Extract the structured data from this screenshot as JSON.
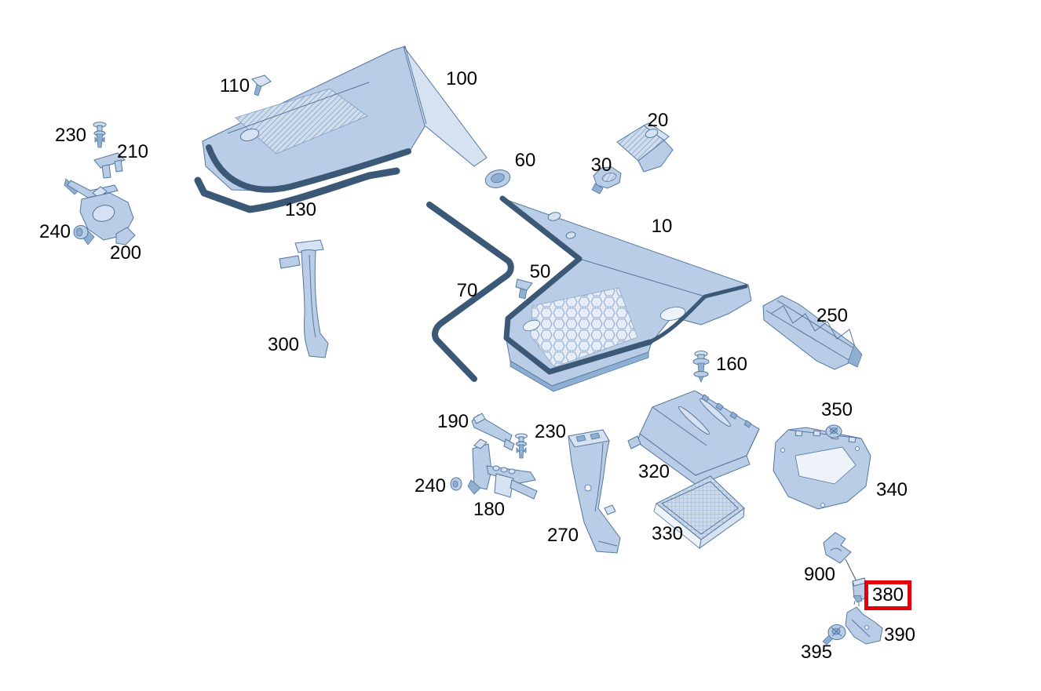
{
  "diagram": {
    "type": "exploded-parts-diagram",
    "description": "Vehicle cowl panel / air filter area exploded view with numbered callouts",
    "background": "#ffffff",
    "highlighted_part": "380",
    "colors": {
      "part_fill": "#b9cde6",
      "part_light": "#d6e2f2",
      "part_dark": "#8fafd2",
      "outline": "#54779f",
      "seal": "#3b5876",
      "highlight": "#e3000b",
      "label": "#000000"
    },
    "labels": [
      {
        "part": "110",
        "text": "110"
      },
      {
        "part": "100",
        "text": "100"
      },
      {
        "part": "230",
        "text": "230"
      },
      {
        "part": "210",
        "text": "210"
      },
      {
        "part": "240",
        "text": "240"
      },
      {
        "part": "200",
        "text": "200"
      },
      {
        "part": "130",
        "text": "130"
      },
      {
        "part": "60",
        "text": "60"
      },
      {
        "part": "20",
        "text": "20"
      },
      {
        "part": "30",
        "text": "30"
      },
      {
        "part": "10",
        "text": "10"
      },
      {
        "part": "50",
        "text": "50"
      },
      {
        "part": "70",
        "text": "70"
      },
      {
        "part": "300",
        "text": "300"
      },
      {
        "part": "250",
        "text": "250"
      },
      {
        "part": "160",
        "text": "160"
      },
      {
        "part": "350",
        "text": "350"
      },
      {
        "part": "340",
        "text": "340"
      },
      {
        "part": "190",
        "text": "190"
      },
      {
        "part": "230",
        "text": "230"
      },
      {
        "part": "240",
        "text": "240"
      },
      {
        "part": "180",
        "text": "180"
      },
      {
        "part": "270",
        "text": "270"
      },
      {
        "part": "320",
        "text": "320"
      },
      {
        "part": "330",
        "text": "330"
      },
      {
        "part": "900",
        "text": "900"
      },
      {
        "part": "380",
        "text": "380"
      },
      {
        "part": "390",
        "text": "390"
      },
      {
        "part": "395",
        "text": "395"
      }
    ]
  }
}
